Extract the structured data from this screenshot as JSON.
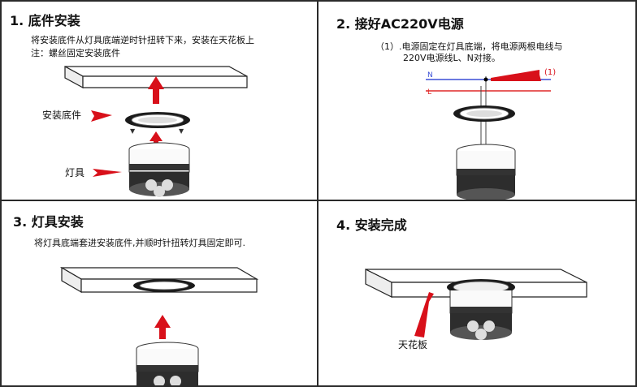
{
  "panels": {
    "p1": {
      "title": "1. 底件安装",
      "desc_line1": "将安装底件从灯具底端逆时针扭转下来，安装在天花板上",
      "desc_line2": "注：螺丝固定安装底件",
      "label_base": "安装底件",
      "label_lamp": "灯具"
    },
    "p2": {
      "title": "2. 接好AC220V电源",
      "desc_line1": "（1）.电源固定在灯具底端，将电源两根电线与",
      "desc_line2": "220V电源线L、N对接。",
      "wire_n": "N",
      "wire_l": "L",
      "marker": "(1)"
    },
    "p3": {
      "title": "3. 灯具安装",
      "desc_line1": "将灯具底端套进安装底件,并顺时针扭转灯具固定即可."
    },
    "p4": {
      "title": "4. 安装完成",
      "label_ceiling": "天花板"
    }
  },
  "colors": {
    "arrow": "#d8101a",
    "wire_n": "#3a4fd6",
    "wire_l": "#e02828",
    "grid": "#2a2a2a"
  }
}
